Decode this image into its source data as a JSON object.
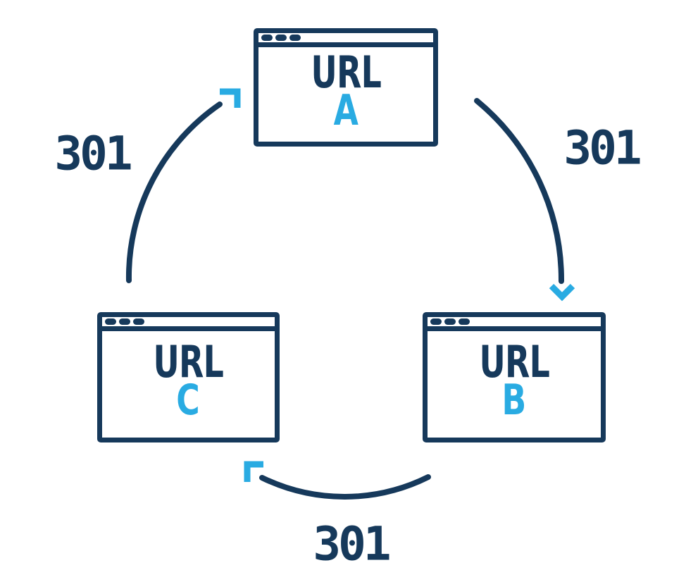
{
  "colors": {
    "navy": "#16395B",
    "blue": "#29ABE2",
    "background": "#FFFFFF"
  },
  "nodes": [
    {
      "id": "A",
      "prefix": "URL",
      "letter": "A"
    },
    {
      "id": "B",
      "prefix": "URL",
      "letter": "B"
    },
    {
      "id": "C",
      "prefix": "URL",
      "letter": "C"
    }
  ],
  "edges": [
    {
      "from": "A",
      "to": "B",
      "label": "301"
    },
    {
      "from": "B",
      "to": "C",
      "label": "301"
    },
    {
      "from": "C",
      "to": "A",
      "label": "301"
    }
  ]
}
